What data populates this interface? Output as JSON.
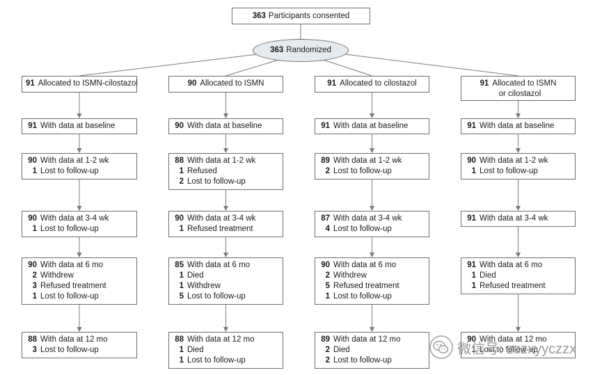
{
  "consented": {
    "n": "363",
    "label": "Participants consented"
  },
  "randomized": {
    "n": "363",
    "label": "Randomized"
  },
  "arms": [
    {
      "allocation": [
        {
          "n": "91",
          "text": "Allocated to ISMN-cilostazol"
        }
      ],
      "stages": [
        [
          {
            "n": "91",
            "text": "With data at baseline"
          }
        ],
        [
          {
            "n": "90",
            "text": "With data at 1-2 wk"
          },
          {
            "n": "1",
            "text": "Lost to follow-up"
          }
        ],
        [
          {
            "n": "90",
            "text": "With data at 3-4 wk"
          },
          {
            "n": "1",
            "text": "Lost to follow-up"
          }
        ],
        [
          {
            "n": "90",
            "text": "With data at 6 mo"
          },
          {
            "n": "2",
            "text": "Withdrew"
          },
          {
            "n": "3",
            "text": "Refused treatment"
          },
          {
            "n": "1",
            "text": "Lost to follow-up"
          }
        ],
        [
          {
            "n": "88",
            "text": "With data at 12 mo"
          },
          {
            "n": "3",
            "text": "Lost to follow-up"
          }
        ]
      ]
    },
    {
      "allocation": [
        {
          "n": "90",
          "text": "Allocated to ISMN"
        }
      ],
      "stages": [
        [
          {
            "n": "90",
            "text": "With data at baseline"
          }
        ],
        [
          {
            "n": "88",
            "text": "With data at 1-2 wk"
          },
          {
            "n": "1",
            "text": "Refused"
          },
          {
            "n": "2",
            "text": "Lost to follow-up"
          }
        ],
        [
          {
            "n": "90",
            "text": "With data at 3-4 wk"
          },
          {
            "n": "1",
            "text": "Refused treatment"
          }
        ],
        [
          {
            "n": "85",
            "text": "With data at 6 mo"
          },
          {
            "n": "1",
            "text": "Died"
          },
          {
            "n": "1",
            "text": "Withdrew"
          },
          {
            "n": "5",
            "text": "Lost to follow-up"
          }
        ],
        [
          {
            "n": "88",
            "text": "With data at 12 mo"
          },
          {
            "n": "1",
            "text": "Died"
          },
          {
            "n": "1",
            "text": "Lost to follow-up"
          }
        ]
      ]
    },
    {
      "allocation": [
        {
          "n": "91",
          "text": "Allocated to cilostazol"
        }
      ],
      "stages": [
        [
          {
            "n": "91",
            "text": "With data at baseline"
          }
        ],
        [
          {
            "n": "89",
            "text": "With data at 1-2 wk"
          },
          {
            "n": "2",
            "text": "Lost to follow-up"
          }
        ],
        [
          {
            "n": "87",
            "text": "With data at 3-4 wk"
          },
          {
            "n": "4",
            "text": "Lost to follow-up"
          }
        ],
        [
          {
            "n": "90",
            "text": "With data at 6 mo"
          },
          {
            "n": "2",
            "text": "Withdrew"
          },
          {
            "n": "5",
            "text": "Refused treatment"
          },
          {
            "n": "1",
            "text": "Lost to follow-up"
          }
        ],
        [
          {
            "n": "89",
            "text": "With data at 12 mo"
          },
          {
            "n": "2",
            "text": "Died"
          },
          {
            "n": "2",
            "text": "Lost to follow-up"
          }
        ]
      ]
    },
    {
      "allocation": [
        {
          "n": "91",
          "text": "Allocated to ISMN"
        },
        {
          "n": "",
          "text": "or cilostazol"
        }
      ],
      "stages": [
        [
          {
            "n": "91",
            "text": "With data at baseline"
          }
        ],
        [
          {
            "n": "90",
            "text": "With data at 1-2 wk"
          },
          {
            "n": "1",
            "text": "Lost to follow-up"
          }
        ],
        [
          {
            "n": "91",
            "text": "With data at 3-4 wk"
          }
        ],
        [
          {
            "n": "91",
            "text": "With data at 6 mo"
          },
          {
            "n": "1",
            "text": "Died"
          },
          {
            "n": "1",
            "text": "Refused treatment"
          }
        ],
        [
          {
            "n": "90",
            "text": "With data at 12 mo"
          },
          {
            "n": "1",
            "text": "Lost to follow-up"
          }
        ]
      ]
    }
  ],
  "watermark": {
    "text": "微信号: zszxyyczzx",
    "icon": "wechat-icon"
  },
  "colors": {
    "line": "#7a7a7a",
    "border": "#6d6d6d",
    "ellipse_fill": "#e4eaee",
    "watermark": "#969696"
  }
}
